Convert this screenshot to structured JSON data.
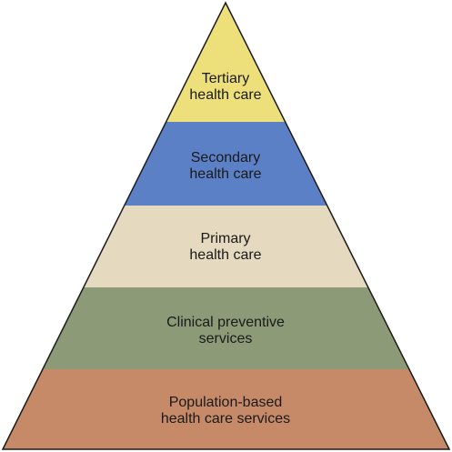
{
  "diagram": {
    "type": "pyramid",
    "outline_color": "#1a1a1a",
    "tiers": [
      {
        "lines": [
          "Tertiary",
          "health care"
        ],
        "color": "#EDDF7A"
      },
      {
        "lines": [
          "Secondary",
          "health care"
        ],
        "color": "#5B80C6"
      },
      {
        "lines": [
          "Primary",
          "health care"
        ],
        "color": "#E5D9BF"
      },
      {
        "lines": [
          "Clinical preventive",
          "services"
        ],
        "color": "#8C9A78"
      },
      {
        "lines": [
          "Population-based",
          "health care services"
        ],
        "color": "#C68A68"
      }
    ]
  }
}
